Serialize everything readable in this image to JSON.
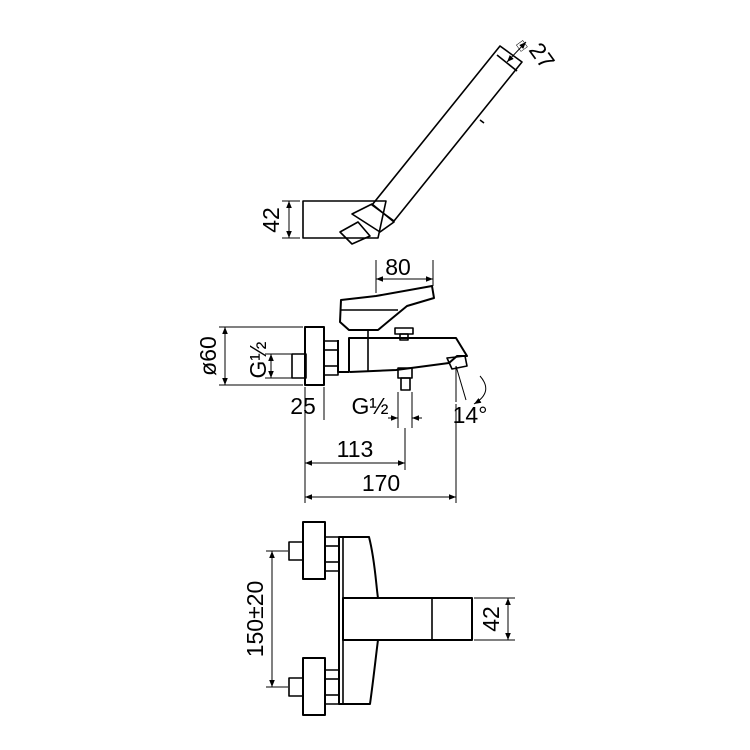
{
  "diagram": {
    "hand_shower_holder_height": "42",
    "hand_shower_diameter_prefix": "□",
    "hand_shower_diameter": "27",
    "mixer_body_width": "80",
    "escutcheon_diameter": "ø60",
    "inlet_thread_label": "G½",
    "inlet_offset": "25",
    "outlet_thread_label": "G½",
    "spout_angle": "14°",
    "outlet_distance": "113",
    "overall_projection": "170",
    "inlet_spacing": "150±20",
    "front_body_height": "42"
  }
}
